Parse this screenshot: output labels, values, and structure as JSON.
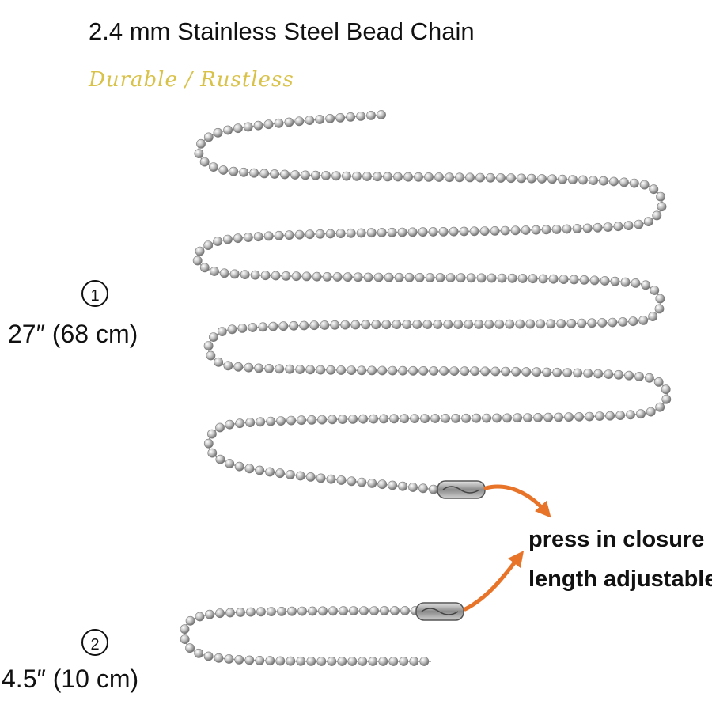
{
  "title": "2.4 mm Stainless Steel Bead Chain",
  "subtitle": "Durable / Rustless",
  "chains": [
    {
      "number": "1",
      "length": "27″  (68 cm)"
    },
    {
      "number": "2",
      "length": "4.5″  (10 cm)"
    }
  ],
  "notes": {
    "line1": "press in closure",
    "line2": "length adjustable"
  },
  "colors": {
    "bead": "#a9a9a9",
    "arrow": "#e8742a",
    "subtitle": "#d9c24a"
  }
}
